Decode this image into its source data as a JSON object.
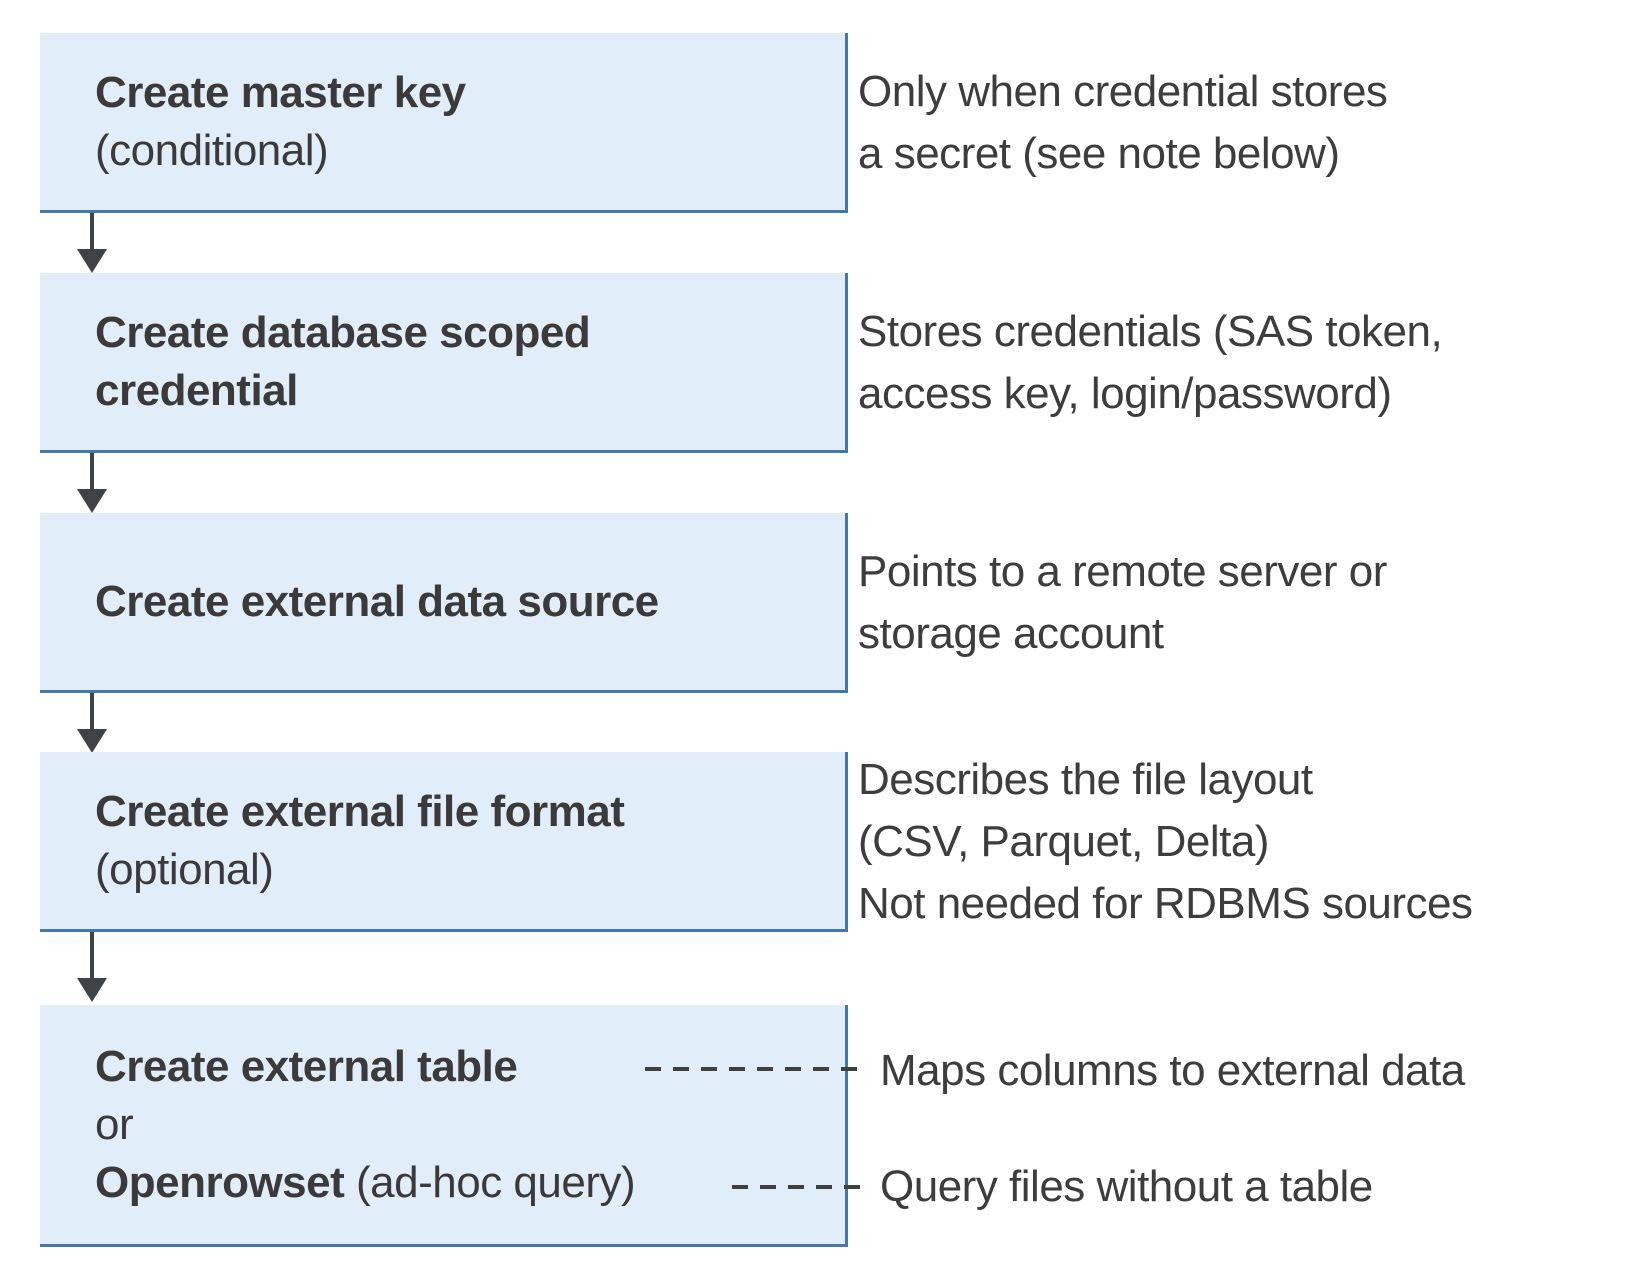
{
  "colors": {
    "box_fill": "#e2edfa",
    "box_border": "#4478ad",
    "text": "#3a3a3a",
    "arrow": "#3e4347",
    "dash": "#3f3f3f"
  },
  "flow": {
    "steps": [
      {
        "title": "Create master key",
        "qualifier": "(conditional)",
        "note_lines": [
          "Only when credential stores",
          "a secret (see note below)"
        ]
      },
      {
        "title_line1": "Create database scoped",
        "title_line2": "credential",
        "note_lines": [
          "Stores credentials (SAS token,",
          "access key, login/password)"
        ]
      },
      {
        "title": "Create external data source",
        "note_lines": [
          "Points to a remote server or",
          "storage account"
        ]
      },
      {
        "title": "Create external file format",
        "qualifier": "(optional)",
        "note_lines": [
          "Describes the file layout",
          "(CSV, Parquet, Delta)",
          "Not needed for RDBMS sources"
        ]
      },
      {
        "title": "Create external table",
        "or_label": "or",
        "alt_title": "Openrowset",
        "alt_qualifier": "(ad-hoc query)",
        "table_note": "Maps columns to external data",
        "openrowset_note": "Query files without a table"
      }
    ]
  }
}
